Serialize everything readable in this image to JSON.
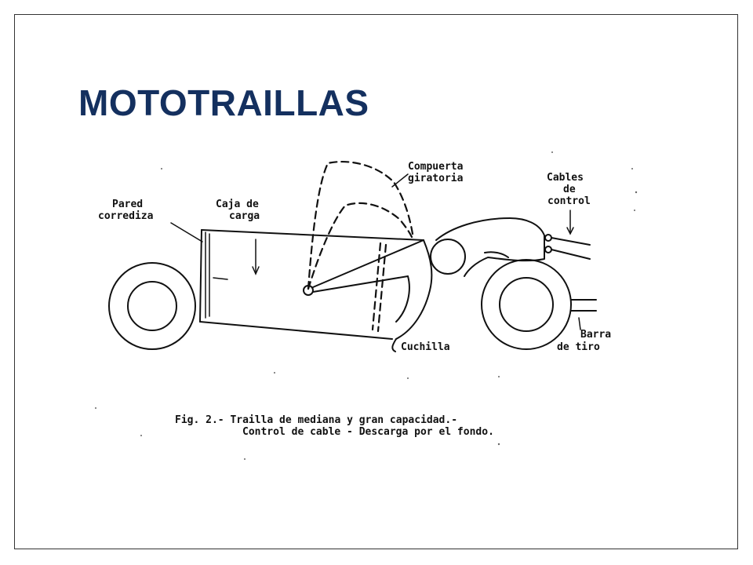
{
  "slide": {
    "title": "MOTOTRAILLAS",
    "title_color": "#14305f"
  },
  "figure": {
    "labels": {
      "pared_line1": "Pared",
      "pared_line2": "corrediza",
      "caja_line1": "Caja de",
      "caja_line2": "carga",
      "compuerta_line1": "Compuerta",
      "compuerta_line2": "giratoria",
      "cables_line1": "Cables",
      "cables_line2": "de",
      "cables_line3": "control",
      "cuchilla": "Cuchilla",
      "barra_line1": "Barra",
      "barra_line2": "de tiro"
    },
    "caption_line1": "Fig. 2.- Trailla de mediana y gran capacidad.-",
    "caption_line2": "Control de cable - Descarga por el fondo."
  }
}
